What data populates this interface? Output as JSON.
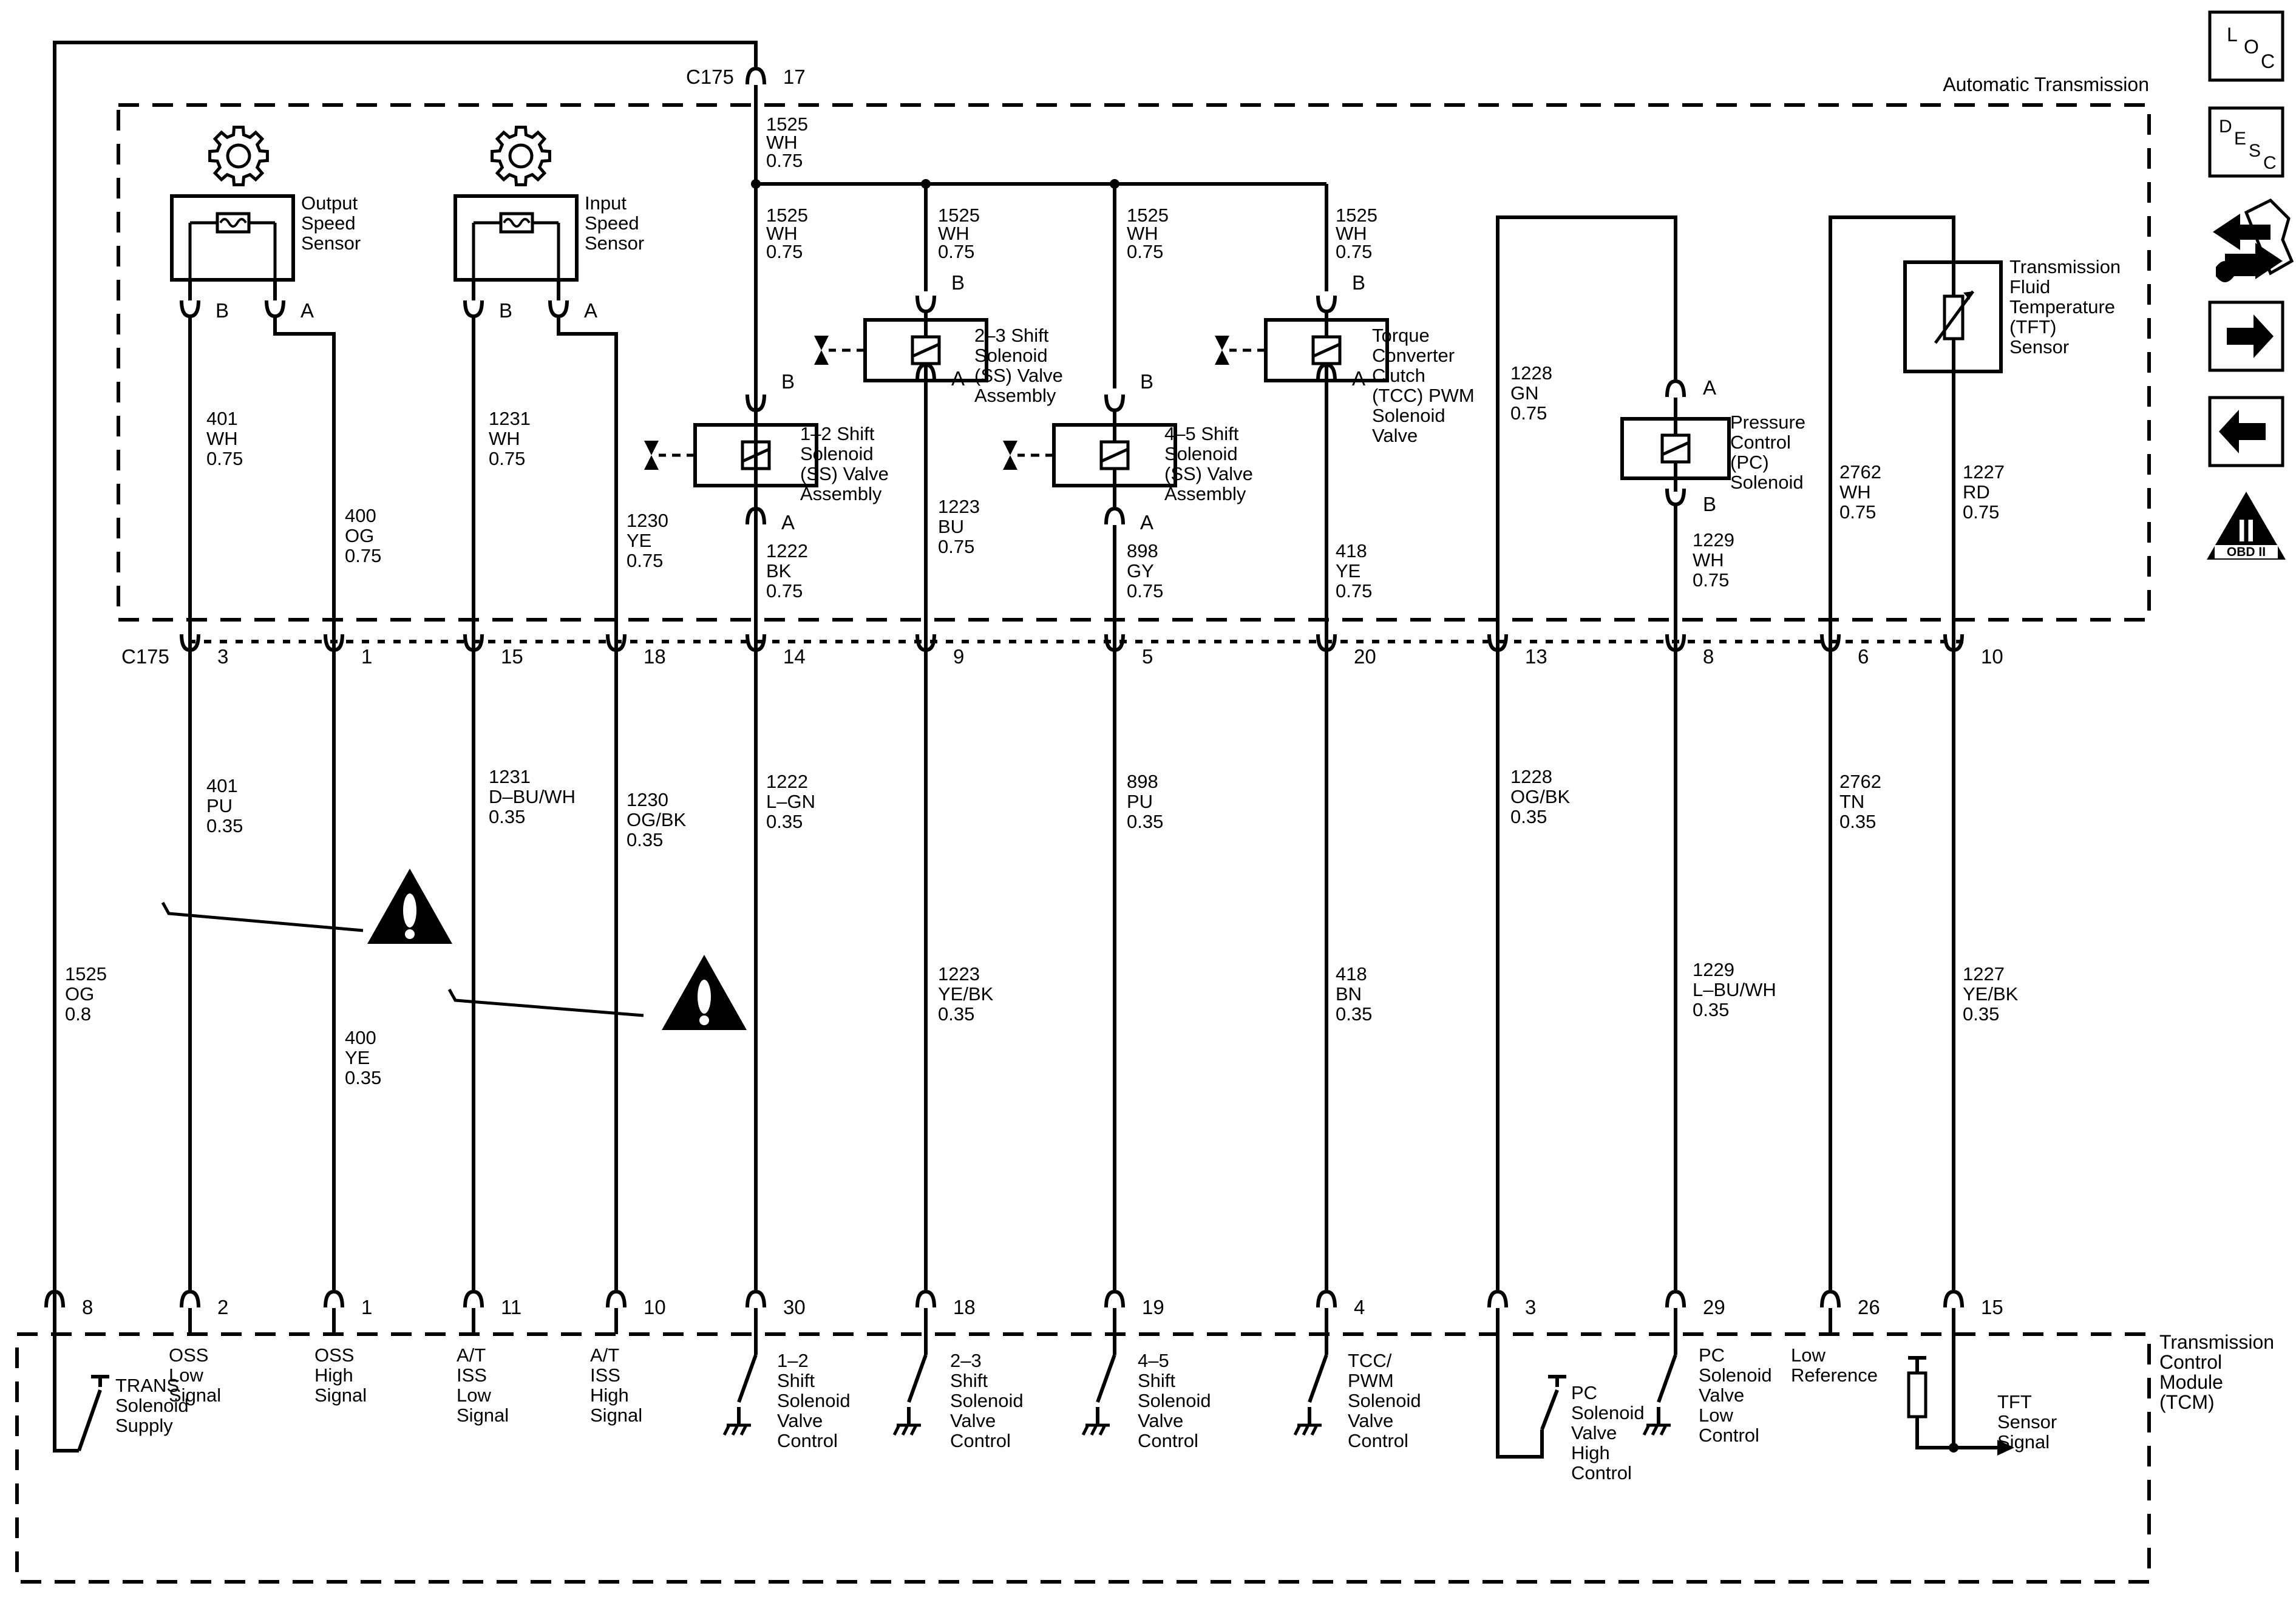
{
  "connectors": {
    "top": "C175",
    "top_pin": "17",
    "mid": "C175"
  },
  "module_titles": {
    "automatic_transmission": "Automatic Transmission",
    "tcm": [
      "Transmission",
      "Control",
      "Module",
      "(TCM)"
    ]
  },
  "components": {
    "oss": [
      "Output",
      "Speed",
      "Sensor"
    ],
    "iss": [
      "Input",
      "Speed",
      "Sensor"
    ],
    "ss12": [
      "1–2 Shift",
      "Solenoid",
      "(SS) Valve",
      "Assembly"
    ],
    "ss23": [
      "2–3 Shift",
      "Solenoid",
      "(SS) Valve",
      "Assembly"
    ],
    "ss45": [
      "4–5 Shift",
      "Solenoid",
      "(SS) Valve",
      "Assembly"
    ],
    "tcc": [
      "Torque",
      "Converter",
      "Clutch",
      "(TCC) PWM",
      "Solenoid",
      "Valve"
    ],
    "pc": [
      "Pressure",
      "Control",
      "(PC)",
      "Solenoid"
    ],
    "tft": [
      "Transmission",
      "Fluid",
      "Temperature",
      "(TFT)",
      "Sensor"
    ]
  },
  "terminals": {
    "a": "A",
    "b": "B"
  },
  "wires_inside": [
    [
      "401",
      "WH",
      "0.75"
    ],
    [
      "400",
      "OG",
      "0.75"
    ],
    [
      "1231",
      "WH",
      "0.75"
    ],
    [
      "1230",
      "YE",
      "0.75"
    ],
    [
      "1222",
      "BK",
      "0.75"
    ],
    [
      "1223",
      "BU",
      "0.75"
    ],
    [
      "898",
      "GY",
      "0.75"
    ],
    [
      "418",
      "YE",
      "0.75"
    ],
    [
      "1228",
      "GN",
      "0.75"
    ],
    [
      "1229",
      "WH",
      "0.75"
    ],
    [
      "2762",
      "WH",
      "0.75"
    ],
    [
      "1227",
      "RD",
      "0.75"
    ]
  ],
  "wires_supply": [
    [
      "1525",
      "WH",
      "0.75"
    ],
    [
      "1525",
      "WH",
      "0.75"
    ],
    [
      "1525",
      "WH",
      "0.75"
    ],
    [
      "1525",
      "WH",
      "0.75"
    ],
    [
      "1525",
      "WH",
      "0.75"
    ]
  ],
  "wires_harness": [
    [
      "401",
      "PU",
      "0.35"
    ],
    [
      "1231",
      "D–BU/WH",
      "0.35"
    ],
    [
      "1230",
      "OG/BK",
      "0.35"
    ],
    [
      "1222",
      "L–GN",
      "0.35"
    ],
    [
      "898",
      "PU",
      "0.35"
    ],
    [
      "1228",
      "OG/BK",
      "0.35"
    ],
    [
      "2762",
      "TN",
      "0.35"
    ]
  ],
  "wires_harness_lower": [
    [
      "1525",
      "OG",
      "0.8"
    ],
    [
      "400",
      "YE",
      "0.35"
    ],
    [
      "1223",
      "YE/BK",
      "0.35"
    ],
    [
      "418",
      "BN",
      "0.35"
    ],
    [
      "1229",
      "L–BU/WH",
      "0.35"
    ],
    [
      "1227",
      "YE/BK",
      "0.35"
    ]
  ],
  "c175_pins": [
    "3",
    "1",
    "15",
    "18",
    "14",
    "9",
    "5",
    "20",
    "13",
    "8",
    "6",
    "10"
  ],
  "tcm_pins": [
    "8",
    "2",
    "1",
    "11",
    "10",
    "30",
    "18",
    "19",
    "4",
    "3",
    "29",
    "26",
    "15"
  ],
  "tcm_labels": {
    "trans_supply": [
      "TRANS",
      "Solenoid",
      "Supply"
    ],
    "oss_low": [
      "OSS",
      "Low",
      "Signal"
    ],
    "oss_high": [
      "OSS",
      "High",
      "Signal"
    ],
    "iss_low": [
      "A/T",
      "ISS",
      "Low",
      "Signal"
    ],
    "iss_high": [
      "A/T",
      "ISS",
      "High",
      "Signal"
    ],
    "ss12": [
      "1–2",
      "Shift",
      "Solenoid",
      "Valve",
      "Control"
    ],
    "ss23": [
      "2–3",
      "Shift",
      "Solenoid",
      "Valve",
      "Control"
    ],
    "ss45": [
      "4–5",
      "Shift",
      "Solenoid",
      "Valve",
      "Control"
    ],
    "tcc": [
      "TCC/",
      "PWM",
      "Solenoid",
      "Valve",
      "Control"
    ],
    "pc_high": [
      "PC",
      "Solenoid",
      "Valve",
      "High",
      "Control"
    ],
    "pc_low": [
      "PC",
      "Solenoid",
      "Valve",
      "Low",
      "Control"
    ],
    "low_ref": [
      "Low",
      "Reference"
    ],
    "tft": [
      "TFT",
      "Sensor",
      "Signal"
    ]
  },
  "nav_icons": {
    "loc": {
      "l": "L",
      "o": "O",
      "c": "C"
    },
    "desc": {
      "d": "D",
      "e": "E",
      "s": "S",
      "c": "C"
    },
    "obd": {
      "ii": "II",
      "label": "OBD II"
    }
  },
  "icons": [
    "gear-icon",
    "warning-icon",
    "connector-icon",
    "loc-icon",
    "desc-icon",
    "exchange-icon",
    "arrow-right-icon",
    "arrow-left-icon",
    "obd-ii-icon"
  ]
}
